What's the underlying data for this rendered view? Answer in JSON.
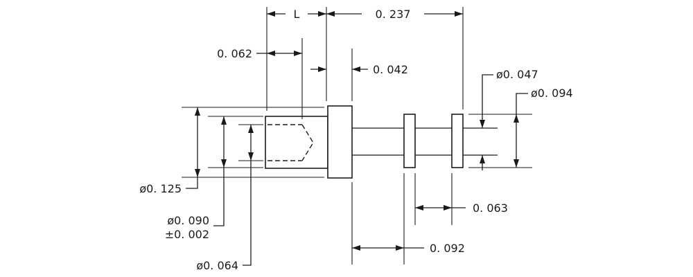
{
  "dimensions": {
    "length_l": "L",
    "overall_length": "0. 237",
    "bore_depth": "0. 062",
    "flange_thickness": "0. 042",
    "tip_diameter": "ø0. 047",
    "collar_diameter": "ø0. 094",
    "flange_diameter": "ø0. 125",
    "body_diameter": "ø0. 090",
    "body_tolerance": "±0. 002",
    "bore_diameter": "ø0. 064",
    "collar_spacing": "0. 063",
    "shank_length": "0. 092"
  }
}
